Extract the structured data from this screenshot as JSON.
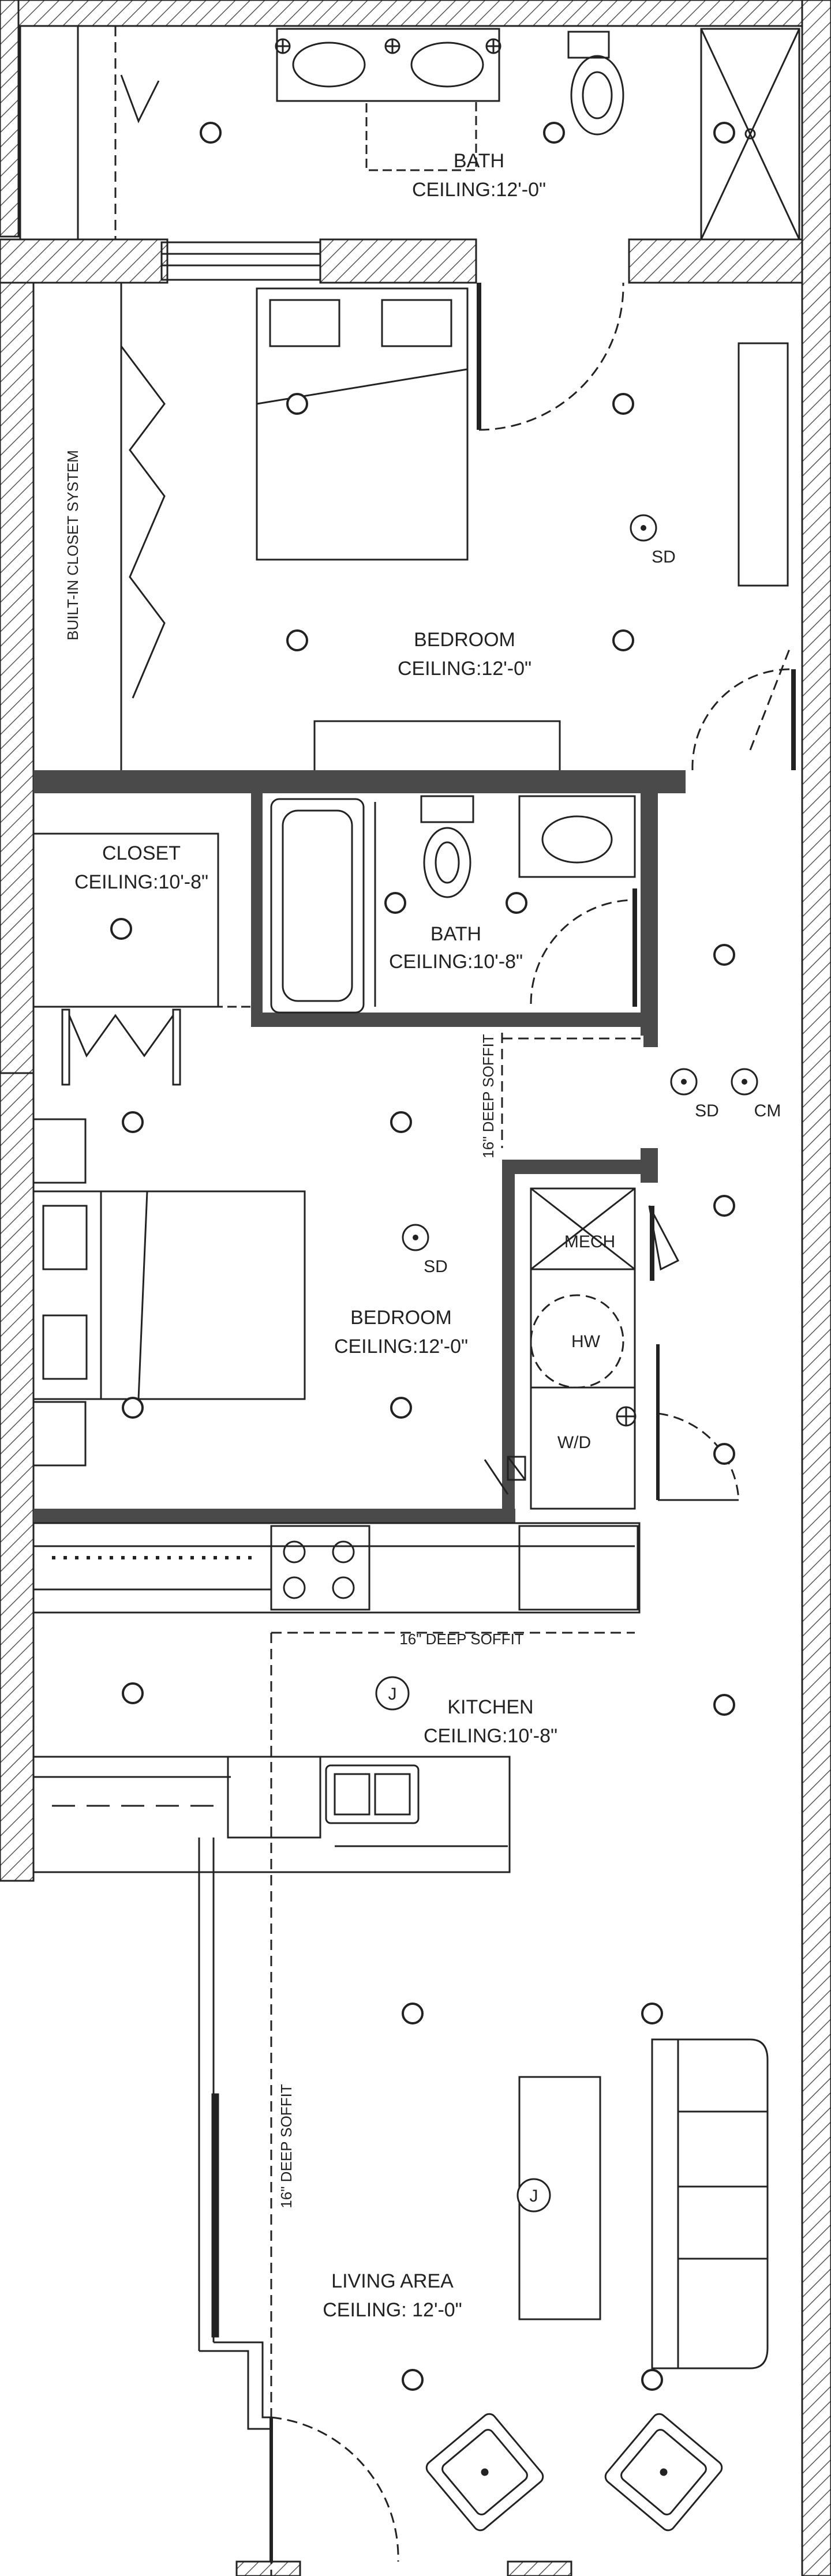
{
  "rooms": {
    "bath_top": {
      "name": "BATH",
      "ceiling": "CEILING:12'-0\""
    },
    "bedroom_1": {
      "name": "BEDROOM",
      "ceiling": "CEILING:12'-0\""
    },
    "closet": {
      "name": "CLOSET",
      "ceiling": "CEILING:10'-8\""
    },
    "bath_mid": {
      "name": "BATH",
      "ceiling": "CEILING:10'-8\""
    },
    "bedroom_2": {
      "name": "BEDROOM",
      "ceiling": "CEILING:12'-0\""
    },
    "kitchen": {
      "name": "KITCHEN",
      "ceiling": "CEILING:10'-8\""
    },
    "living": {
      "name": "LIVING AREA",
      "ceiling": "CEILING: 12'-0\""
    }
  },
  "labels": {
    "closet_system": "BUILT-IN CLOSET SYSTEM",
    "soffit": "16\" DEEP SOFFIT",
    "smoke_detector": "SD",
    "co_monitor": "CM",
    "mech": "MECH",
    "water_heater": "HW",
    "washer_dryer": "W/D",
    "junction": "J"
  },
  "colors": {
    "wall": "#4a4a4a",
    "line": "#222222",
    "hatch": "#555555",
    "paper": "#ffffff"
  }
}
